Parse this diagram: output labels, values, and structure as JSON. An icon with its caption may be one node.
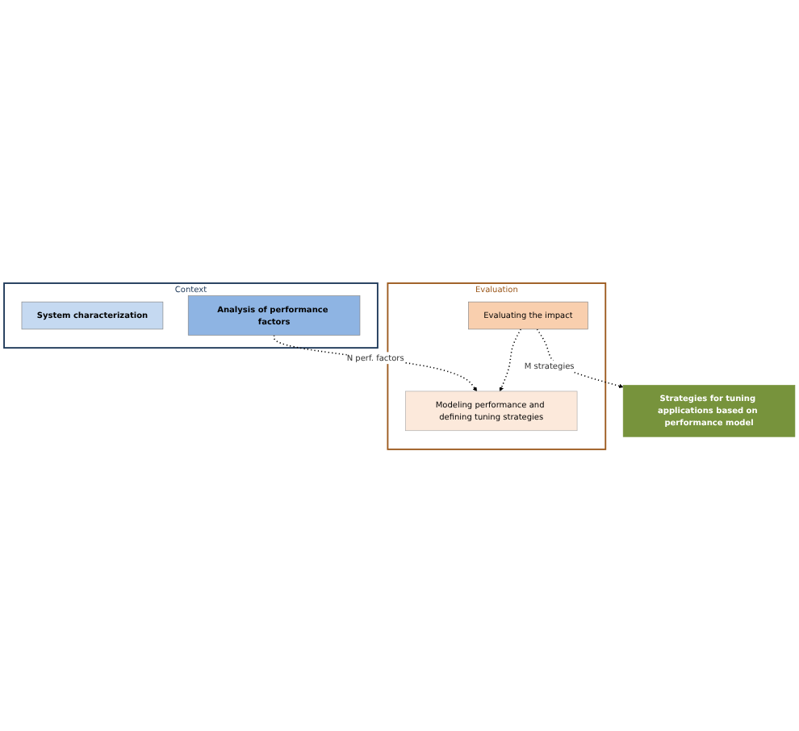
{
  "diagram": {
    "nodes": [
      {
        "text": [
          "Context"
        ]
      },
      {
        "text": [
          "System characterization"
        ],
        "in": 0
      },
      {
        "text": [
          "Analysis of performance factors"
        ],
        "in": 0
      },
      {
        "text": [
          "Evaluation"
        ]
      },
      {
        "text": [
          "Modeling performance and defining tuning strategies"
        ],
        "in": 3
      },
      {
        "text": [
          "Evaluating the impact"
        ],
        "in": 3
      },
      {
        "text": [
          "Strategies for tuning applications based on performance model"
        ]
      }
    ],
    "edges": [
      {
        "from": 2,
        "to": 4,
        "arrow": "to",
        "label": "N perf. factors",
        "style": "dashed"
      },
      {
        "from": 5,
        "to": 4,
        "arrow": "to",
        "style": "dashed"
      },
      {
        "from": 5,
        "to": 6,
        "arrow": "to",
        "label": "M strategies",
        "style": "dashed"
      }
    ]
  }
}
